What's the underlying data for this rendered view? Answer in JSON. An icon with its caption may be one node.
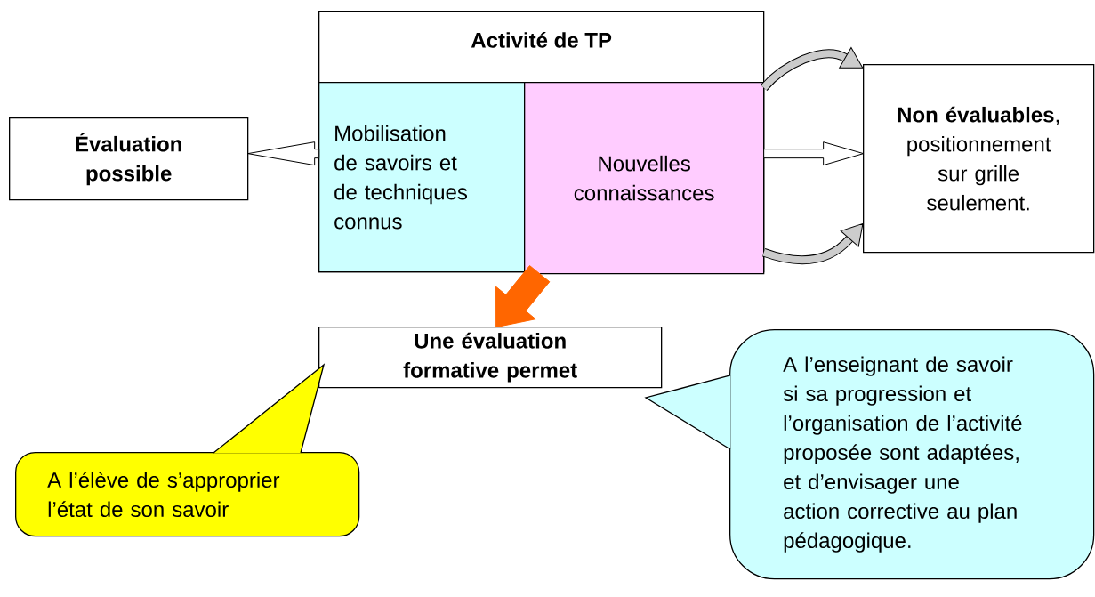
{
  "diagram": {
    "nodes": [
      {
        "text": [
          "Activité de TP"
        ]
      },
      {
        "text": [
          "Mobilisation de savoirs et de techniques connus"
        ],
        "in": 0
      },
      {
        "text": [
          "Nouvelles connaissances"
        ],
        "in": 0
      },
      {
        "text": [
          "Évaluation possible"
        ]
      },
      {
        "text": [
          "**Non évaluables**, positionnement sur grille seulement."
        ]
      },
      {
        "text": [
          "Une évaluation formative permet"
        ]
      },
      {
        "text": [
          "A l’élève de s’approprier l’état de son savoir"
        ]
      },
      {
        "text": [
          "A l’enseignant de savoir si sa progression et l’organisation de l’activité proposée sont adaptées, et d’envisager une action corrective au plan pédagogique."
        ]
      }
    ],
    "edges": [
      {
        "from": 1,
        "to": 3,
        "arrow": "to"
      },
      {
        "from": 2,
        "to": 4,
        "arrow": "to"
      },
      {
        "from": 2,
        "to": 4,
        "arrow": "to"
      },
      {
        "from": 2,
        "to": 4,
        "arrow": "to"
      },
      {
        "from": 2,
        "to": 5,
        "arrow": "to",
        "style": "thick",
        "color": "#ff6600"
      }
    ]
  }
}
